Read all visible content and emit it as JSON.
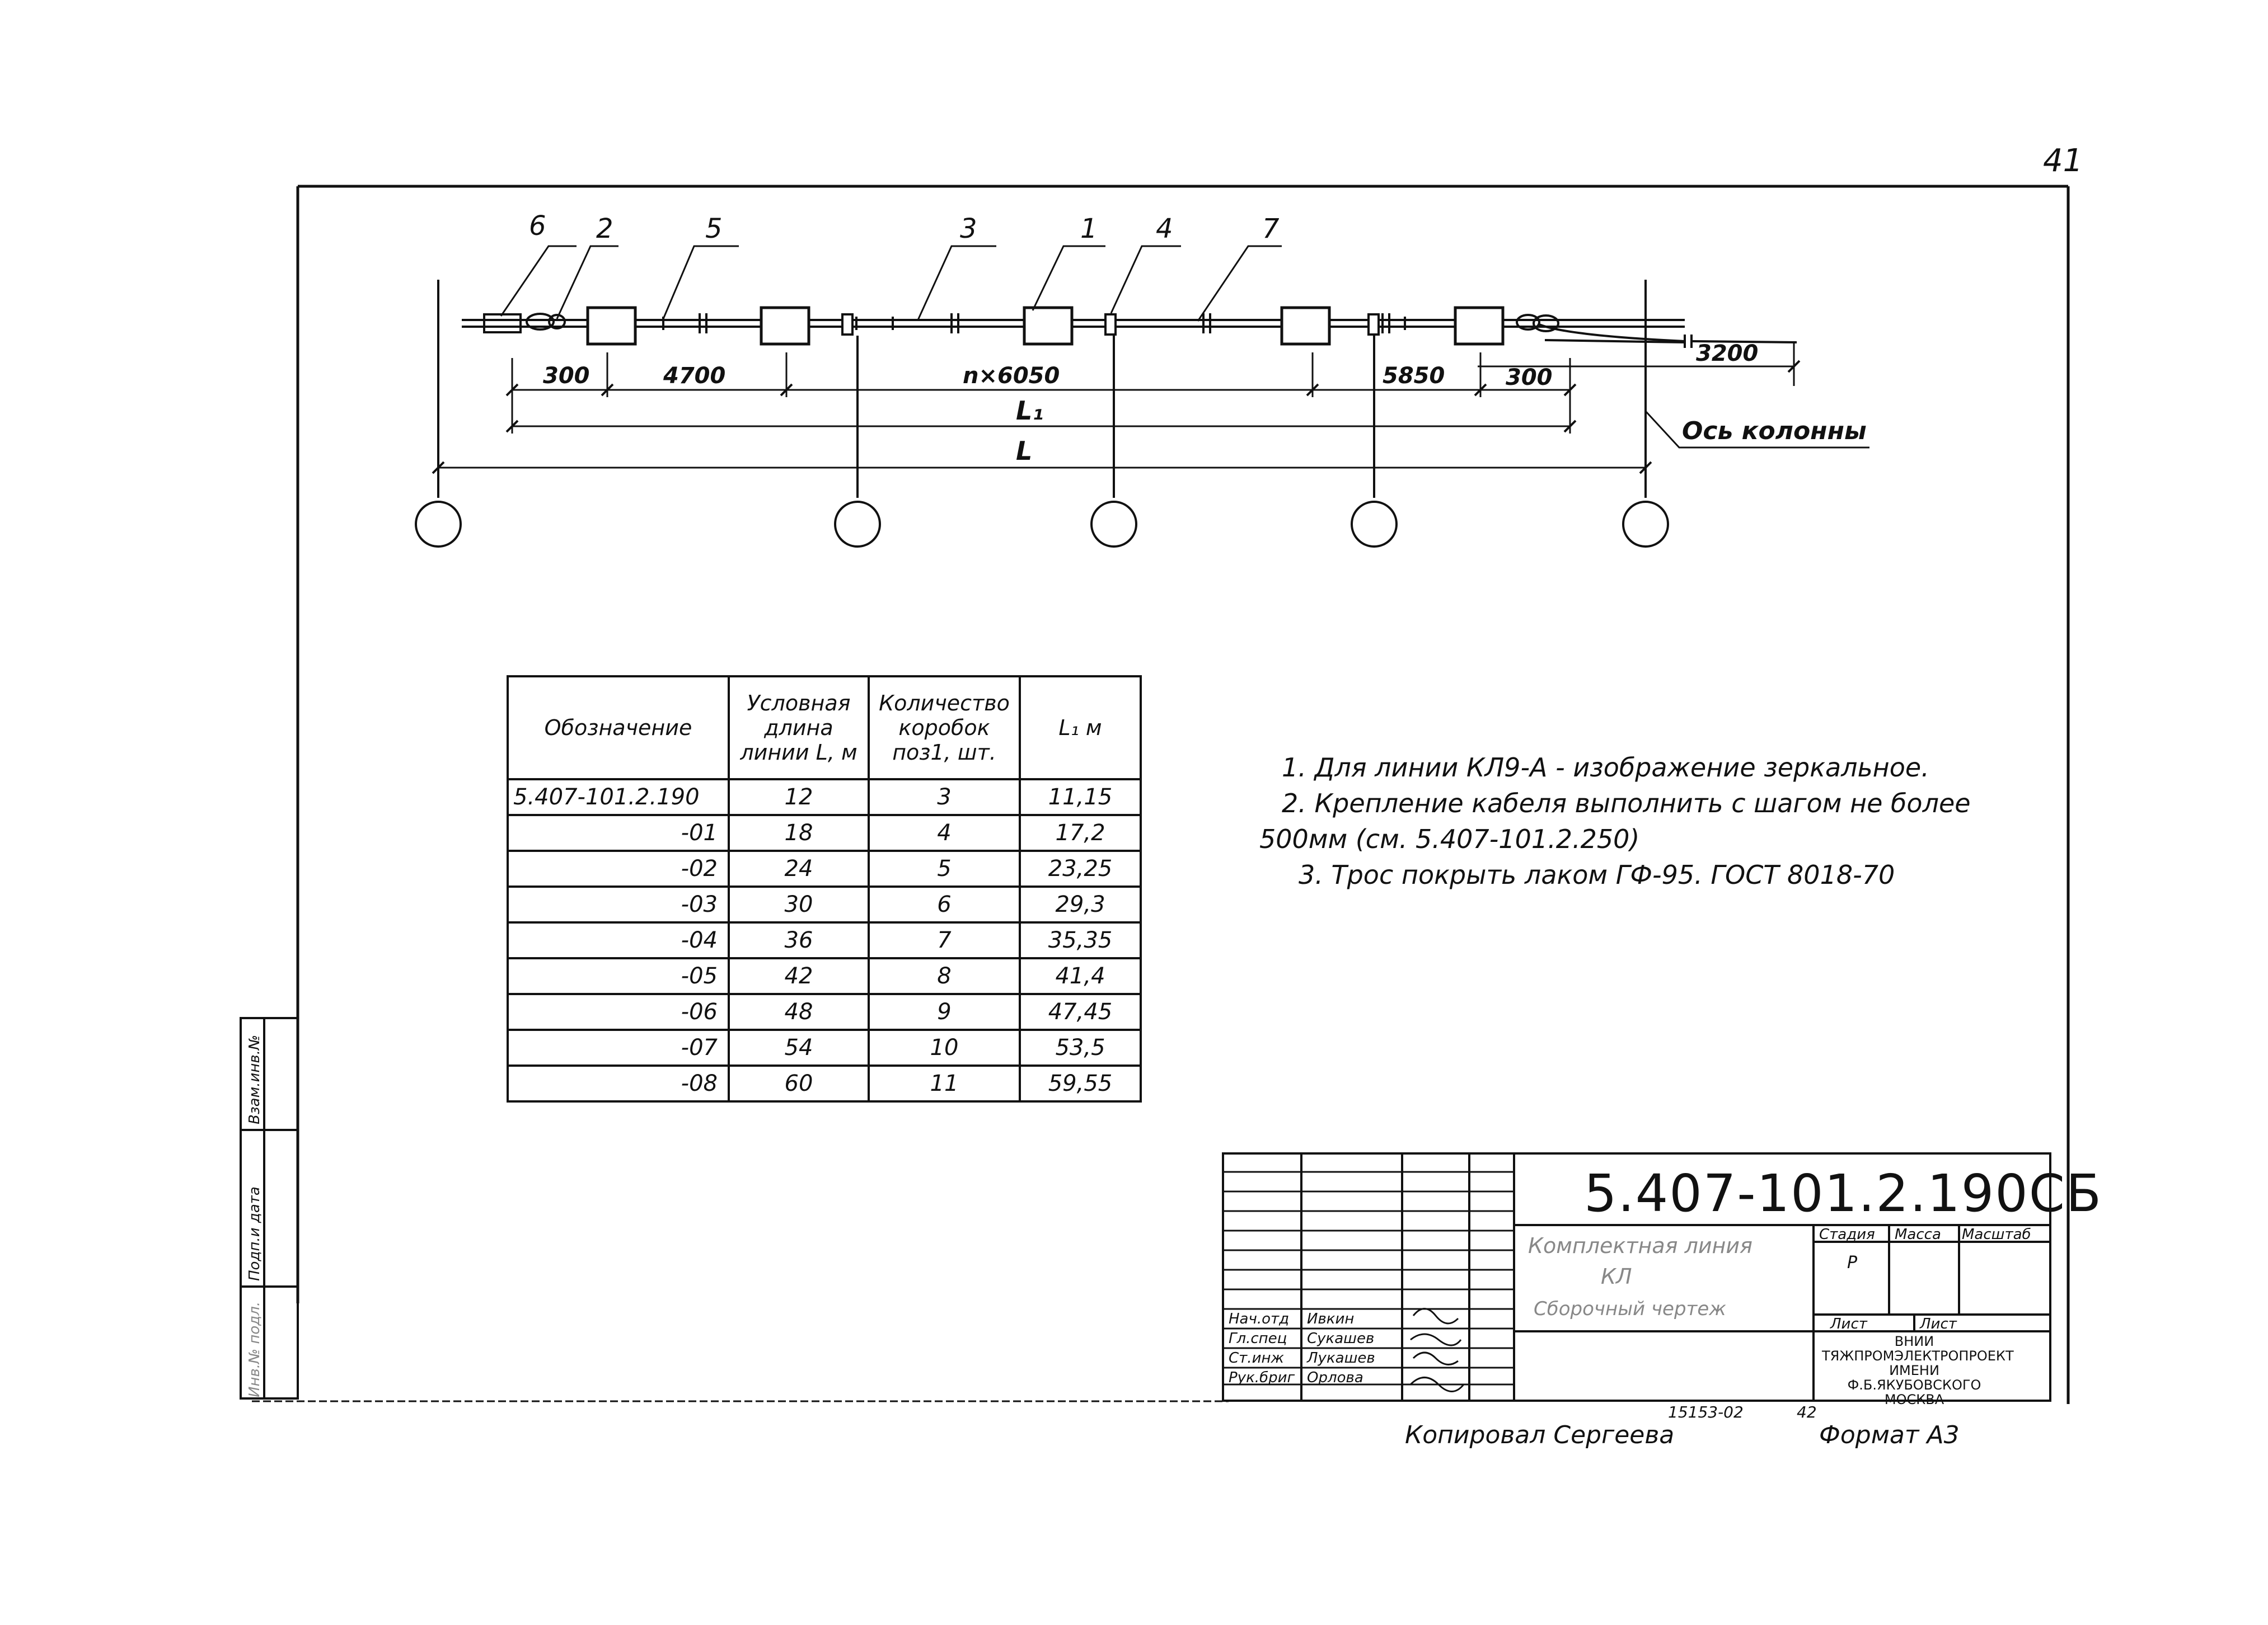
{
  "page_number": "41",
  "diagram": {
    "position_labels": [
      "6",
      "2",
      "5",
      "3",
      "1",
      "4",
      "7"
    ],
    "dimensions": {
      "d1": "300",
      "d2": "4700",
      "d3": "n×6050",
      "d4": "5850",
      "d5": "300",
      "d6": "3200",
      "l1": "L₁",
      "l": "L"
    },
    "axis_label": "Ось колонны"
  },
  "table": {
    "headers": [
      "Обозначение",
      "Условная длина линии L, м",
      "Количество коробок поз1, шт.",
      "L₁ м"
    ],
    "rows": [
      [
        "5.407-101.2.190",
        "12",
        "3",
        "11,15"
      ],
      [
        "-01",
        "18",
        "4",
        "17,2"
      ],
      [
        "-02",
        "24",
        "5",
        "23,25"
      ],
      [
        "-03",
        "30",
        "6",
        "29,3"
      ],
      [
        "-04",
        "36",
        "7",
        "35,35"
      ],
      [
        "-05",
        "42",
        "8",
        "41,4"
      ],
      [
        "-06",
        "48",
        "9",
        "47,45"
      ],
      [
        "-07",
        "54",
        "10",
        "53,5"
      ],
      [
        "-08",
        "60",
        "11",
        "59,55"
      ]
    ]
  },
  "notes": [
    "1. Для линии КЛ9-А - изображение зеркальное.",
    "2. Крепление кабеля выполнить с шагом не более",
    "500мм (см. 5.407-101.2.250)",
    "3. Трос покрыть лаком ГФ-95. ГОСТ 8018-70"
  ],
  "title_block": {
    "code": "5.407-101.2.190СБ",
    "name_line1": "Комплектная линия",
    "name_line2": "КЛ",
    "name_line3": "Сборочный чертеж",
    "stage_header": "Стадия",
    "mass_header": "Масса",
    "scale_header": "Масштаб",
    "stage": "Р",
    "sheet": "Лист",
    "sheets": "Лист",
    "org_line1": "ВНИИ",
    "org_line2": "ТЯЖПРОМЭЛЕКТРОПРОЕКТ",
    "org_line3": "ИМЕНИ Ф.Б.ЯКУБОВСКОГО",
    "org_line4": "МОСКВА",
    "roles": [
      "Нач.отд",
      "Гл.спец",
      "Ст.инж",
      "Рук.бриг"
    ],
    "names": [
      "Ивкин",
      "Сукашев",
      "Лукашев",
      "Орлова"
    ],
    "doc_number": "15153-02",
    "doc_sheet": "42"
  },
  "footer": {
    "copied": "Копировал Сергеева",
    "format": "Формат А3"
  },
  "side_stamps": [
    "Взам.инв.№",
    "Подп.и дата",
    "Инв.№ подл."
  ]
}
